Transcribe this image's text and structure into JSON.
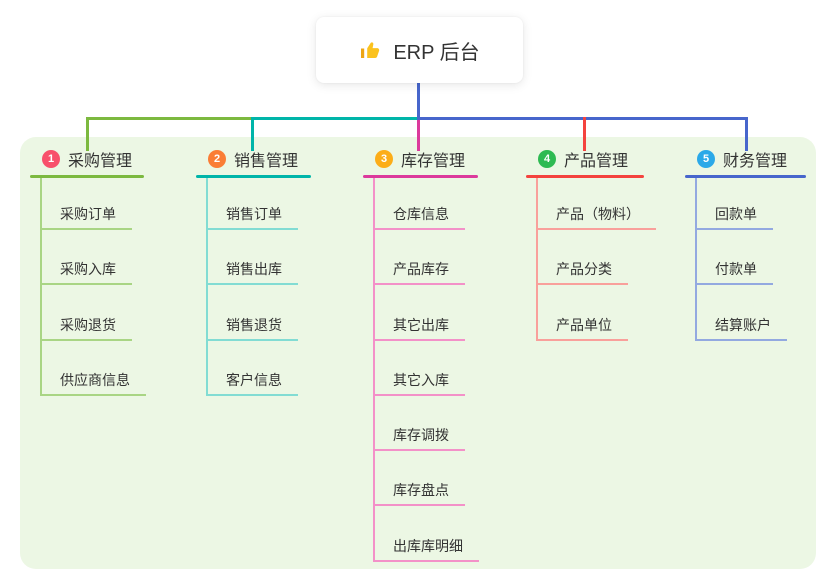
{
  "root": {
    "title": "ERP 后台",
    "icon": "thumbs-up-icon"
  },
  "colors": {
    "canvas_bg": "#ffffff",
    "panel_bg": "#ecf7e4",
    "text": "#333333",
    "connector": "#4766cc"
  },
  "branches": [
    {
      "num": "1",
      "title": "采购管理",
      "badge_color": "#f8506b",
      "line_color": "#7cb93f",
      "child_line_color": "#a9d584",
      "children": [
        "采购订单",
        "采购入库",
        "采购退货",
        "供应商信息"
      ]
    },
    {
      "num": "2",
      "title": "销售管理",
      "badge_color": "#fa7d35",
      "line_color": "#00b5a9",
      "child_line_color": "#82dcd3",
      "children": [
        "销售订单",
        "销售出库",
        "销售退货",
        "客户信息"
      ]
    },
    {
      "num": "3",
      "title": "库存管理",
      "badge_color": "#fcad18",
      "line_color": "#dc3a9c",
      "child_line_color": "#f391c8",
      "children": [
        "仓库信息",
        "产品库存",
        "其它出库",
        "其它入库",
        "库存调拨",
        "库存盘点",
        "出库库明细"
      ]
    },
    {
      "num": "4",
      "title": "产品管理",
      "badge_color": "#2eba52",
      "line_color": "#f4433e",
      "child_line_color": "#f9a09b",
      "children": [
        "产品（物料）",
        "产品分类",
        "产品单位"
      ]
    },
    {
      "num": "5",
      "title": "财务管理",
      "badge_color": "#2ba9e8",
      "line_color": "#4766cc",
      "child_line_color": "#93a9e0",
      "children": [
        "回款单",
        "付款单",
        "结算账户"
      ]
    }
  ]
}
